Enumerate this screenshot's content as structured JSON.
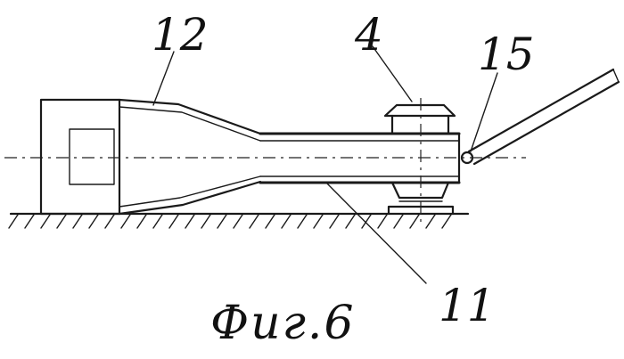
{
  "labels": {
    "ref_12": "12",
    "ref_4": "4",
    "ref_15": "15",
    "ref_11": "11"
  },
  "caption": "Фиг.6"
}
